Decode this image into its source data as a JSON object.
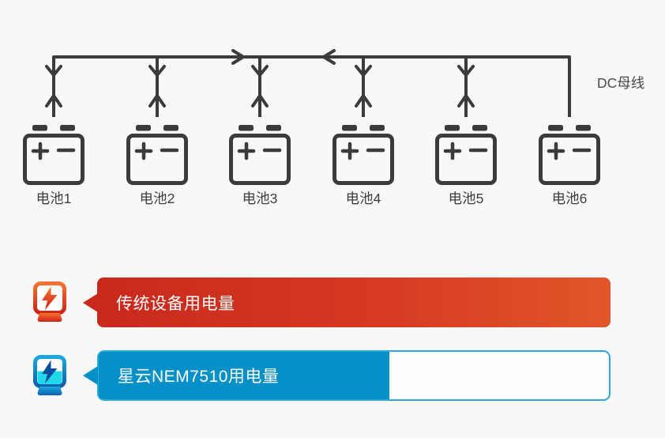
{
  "canvas": {
    "background": "#f8f8f8"
  },
  "diagram": {
    "bus_label": "DC母线",
    "line_color": "#3b3b3b",
    "batteries": [
      {
        "label": "电池1"
      },
      {
        "label": "电池2"
      },
      {
        "label": "电池3"
      },
      {
        "label": "电池4"
      },
      {
        "label": "电池5"
      },
      {
        "label": "电池6"
      }
    ]
  },
  "legend": {
    "bars": [
      {
        "label": "传统设备用电量",
        "icon": "power-meter-bolt-red",
        "fill_percent": 100,
        "color_start": "#c9291c",
        "color_end": "#e2562a"
      },
      {
        "label": "星云NEM7510用电量",
        "icon": "power-meter-bolt-blue",
        "fill_percent": 57,
        "fill_color": "#0590c8",
        "border_color": "#2fa9da",
        "gauge_color": "#1fd9ea"
      }
    ]
  }
}
